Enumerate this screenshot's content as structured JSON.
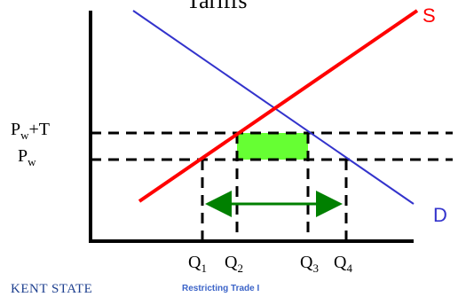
{
  "header": {
    "title": "Tariffs"
  },
  "diagram": {
    "supply_label": "S",
    "demand_label": "D",
    "price_labels": [
      {
        "main": "P",
        "sub": "w",
        "suffix": "+T"
      },
      {
        "main": "P",
        "sub": "w",
        "suffix": ""
      }
    ],
    "quantity_labels": [
      {
        "main": "Q",
        "sub": "1"
      },
      {
        "main": "Q",
        "sub": "2"
      },
      {
        "main": "Q",
        "sub": "3"
      },
      {
        "main": "Q",
        "sub": "4"
      }
    ]
  },
  "footer": {
    "slide_title": "Restricting Trade I",
    "logo_text": "KENT STATE"
  },
  "colors": {
    "supply": "#ff0000",
    "demand": "#3333cc",
    "tariff_revenue_box": "#66ff33",
    "arrow": "#008000",
    "axis": "#000000",
    "footer_text": "#3c64c8"
  }
}
